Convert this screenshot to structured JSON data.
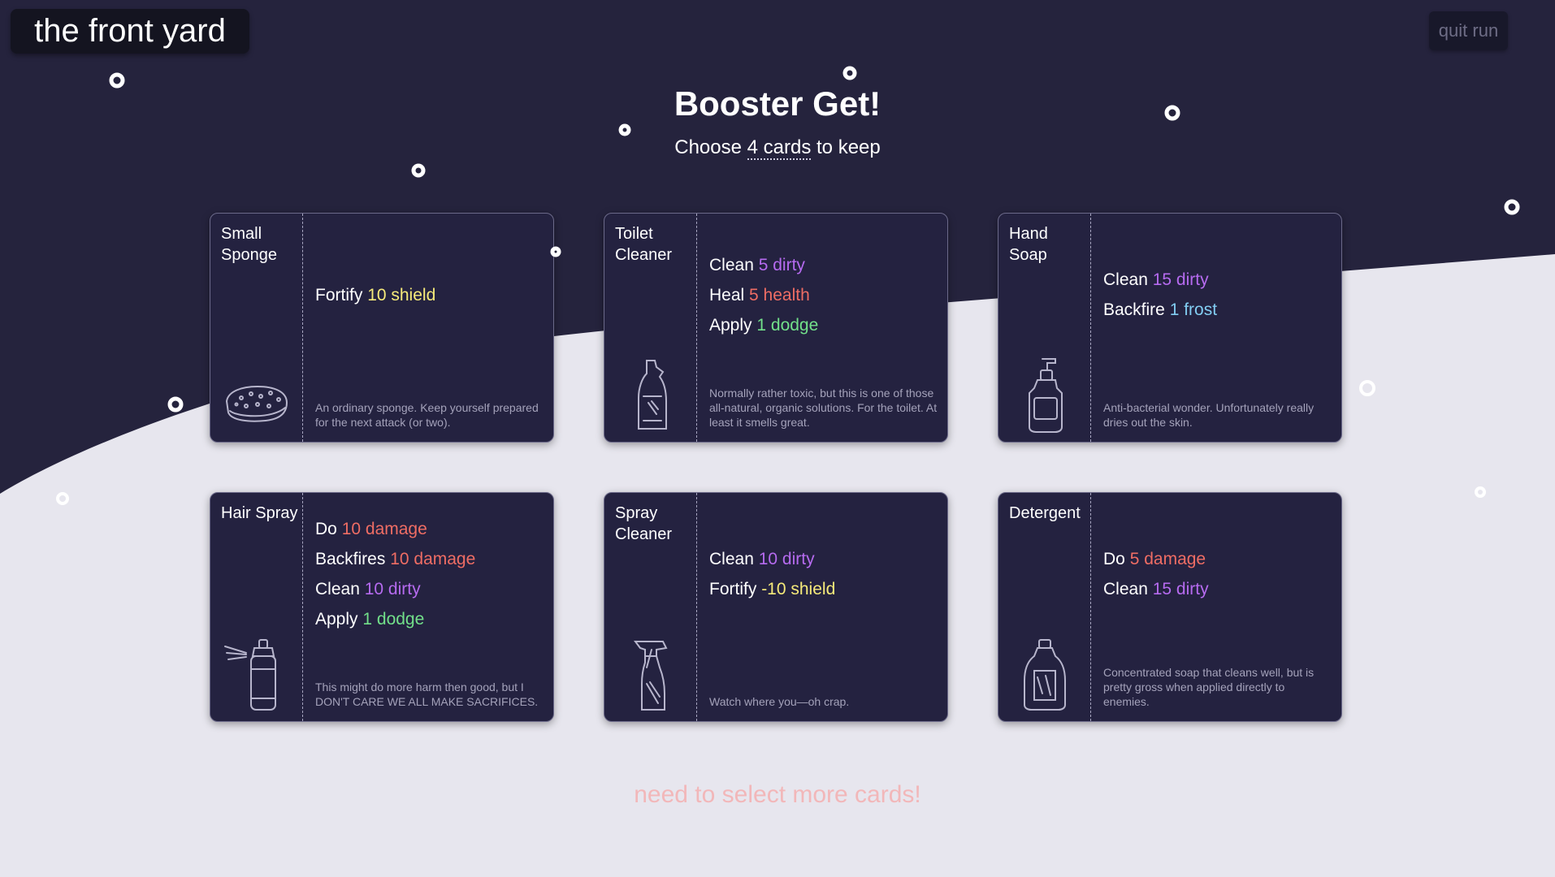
{
  "header": {
    "location": "the front yard",
    "quit_label": "quit run"
  },
  "booster": {
    "title": "Booster Get!",
    "subtitle_prefix": "Choose",
    "subtitle_count": "4 cards",
    "subtitle_suffix": "to keep"
  },
  "cards": [
    {
      "name": "Small Sponge",
      "icon": "sponge-icon",
      "effects": [
        {
          "verb": "Fortify",
          "value": "10 shield",
          "kind": "shield"
        }
      ],
      "flavor": "An ordinary sponge. Keep yourself prepared for the next attack (or two)."
    },
    {
      "name": "Toilet Cleaner",
      "icon": "toilet-cleaner-bottle-icon",
      "effects": [
        {
          "verb": "Clean",
          "value": "5 dirty",
          "kind": "dirty"
        },
        {
          "verb": "Heal",
          "value": "5 health",
          "kind": "health"
        },
        {
          "verb": "Apply",
          "value": "1 dodge",
          "kind": "dodge"
        }
      ],
      "flavor": "Normally rather toxic, but this is one of those all-natural, organic solutions. For the toilet. At least it smells great."
    },
    {
      "name": "Hand Soap",
      "icon": "hand-soap-pump-icon",
      "effects": [
        {
          "verb": "Clean",
          "value": "15 dirty",
          "kind": "dirty"
        },
        {
          "verb": "Backfire",
          "value": "1 frost",
          "kind": "frost"
        }
      ],
      "flavor": "Anti-bacterial wonder. Unfortunately really dries out the skin."
    },
    {
      "name": "Hair Spray",
      "icon": "hair-spray-can-icon",
      "effects": [
        {
          "verb": "Do",
          "value": "10 damage",
          "kind": "damage"
        },
        {
          "verb": "Backfires",
          "value": "10 damage",
          "kind": "damage"
        },
        {
          "verb": "Clean",
          "value": "10 dirty",
          "kind": "dirty"
        },
        {
          "verb": "Apply",
          "value": "1 dodge",
          "kind": "dodge"
        }
      ],
      "flavor": "This might do more harm then good, but I DON'T CARE WE ALL MAKE SACRIFICES."
    },
    {
      "name": "Spray Cleaner",
      "icon": "spray-bottle-icon",
      "effects": [
        {
          "verb": "Clean",
          "value": "10 dirty",
          "kind": "dirty"
        },
        {
          "verb": "Fortify",
          "value": "-10 shield",
          "kind": "shield"
        }
      ],
      "flavor": "Watch where you—oh crap."
    },
    {
      "name": "Detergent",
      "icon": "detergent-bottle-icon",
      "effects": [
        {
          "verb": "Do",
          "value": "5 damage",
          "kind": "damage"
        },
        {
          "verb": "Clean",
          "value": "15 dirty",
          "kind": "dirty"
        }
      ],
      "flavor": "Concentrated soap that cleans well, but is pretty gross when applied directly to enemies."
    }
  ],
  "status": "need to select more cards!",
  "colors": {
    "background_dark": "#25233d",
    "background_light": "#e7e6ee",
    "card_bg": "#242240",
    "dirty": "#b66bf0",
    "shield": "#f6ea7a",
    "health": "#ef6d64",
    "damage": "#ef6d64",
    "dodge": "#72e08a",
    "frost": "#82cdf2",
    "status_text": "#f2b7b9"
  }
}
